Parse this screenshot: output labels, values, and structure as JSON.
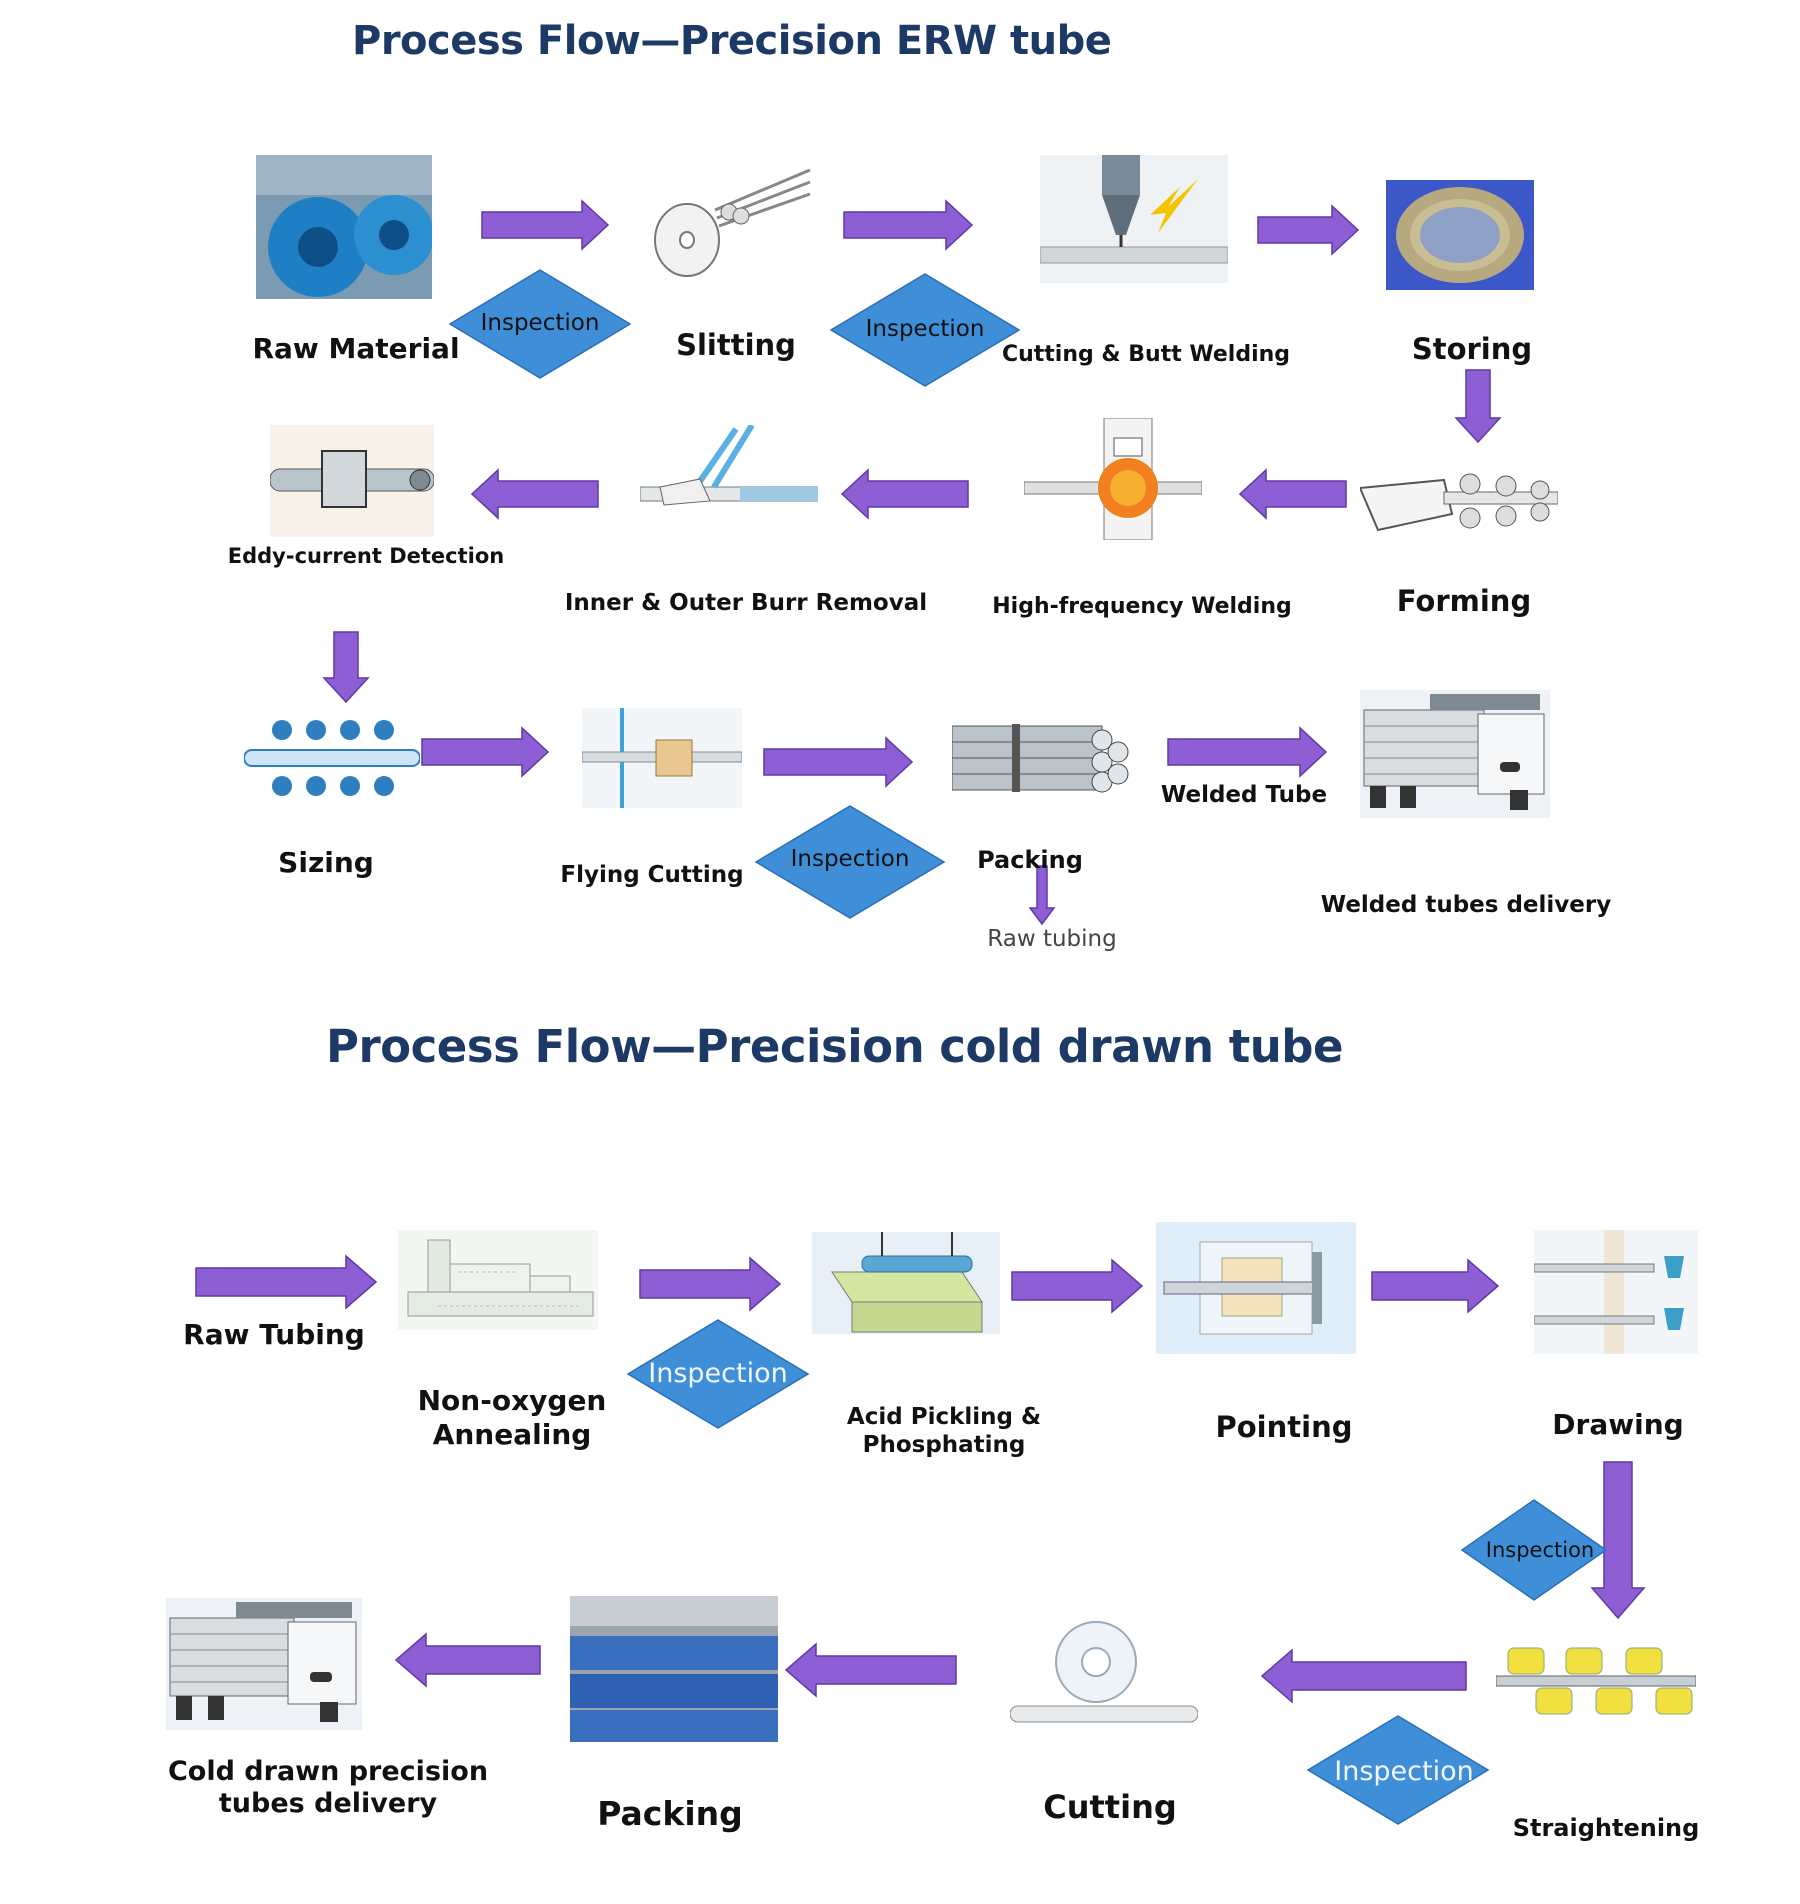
{
  "colors": {
    "arrow": "#8e5ed4",
    "arrow_edge": "#5e3aa6",
    "diamond": "#3f8fd8",
    "diamond_edge": "#2a6fb6",
    "title": "#1d3a66"
  },
  "erw": {
    "title": "Process Flow—Precision ERW tube",
    "steps": {
      "raw_material": "Raw Material",
      "slitting": "Slitting",
      "cutting_butt_welding": "Cutting & Butt Welding",
      "storing": "Storing",
      "forming": "Forming",
      "hf_welding": "High-frequency Welding",
      "burr_removal": "Inner & Outer Burr Removal",
      "eddy_current": "Eddy-current Detection",
      "sizing": "Sizing",
      "flying_cutting": "Flying Cutting",
      "packing": "Packing",
      "welded_tube": "Welded Tube",
      "welded_delivery": "Welded tubes delivery",
      "raw_tubing_out": "Raw tubing"
    },
    "inspection_label": "Inspection"
  },
  "cold": {
    "title": "Process Flow—Precision cold drawn tube",
    "steps": {
      "raw_tubing": "Raw Tubing",
      "annealing": "Non-oxygen\nAnnealing",
      "pickling": "Acid Pickling &\nPhosphating",
      "pointing": "Pointing",
      "drawing": "Drawing",
      "straightening": "Straightening",
      "cutting": "Cutting",
      "packing": "Packing",
      "delivery": "Cold drawn precision\ntubes  delivery"
    },
    "inspection_label": "Inspection"
  }
}
